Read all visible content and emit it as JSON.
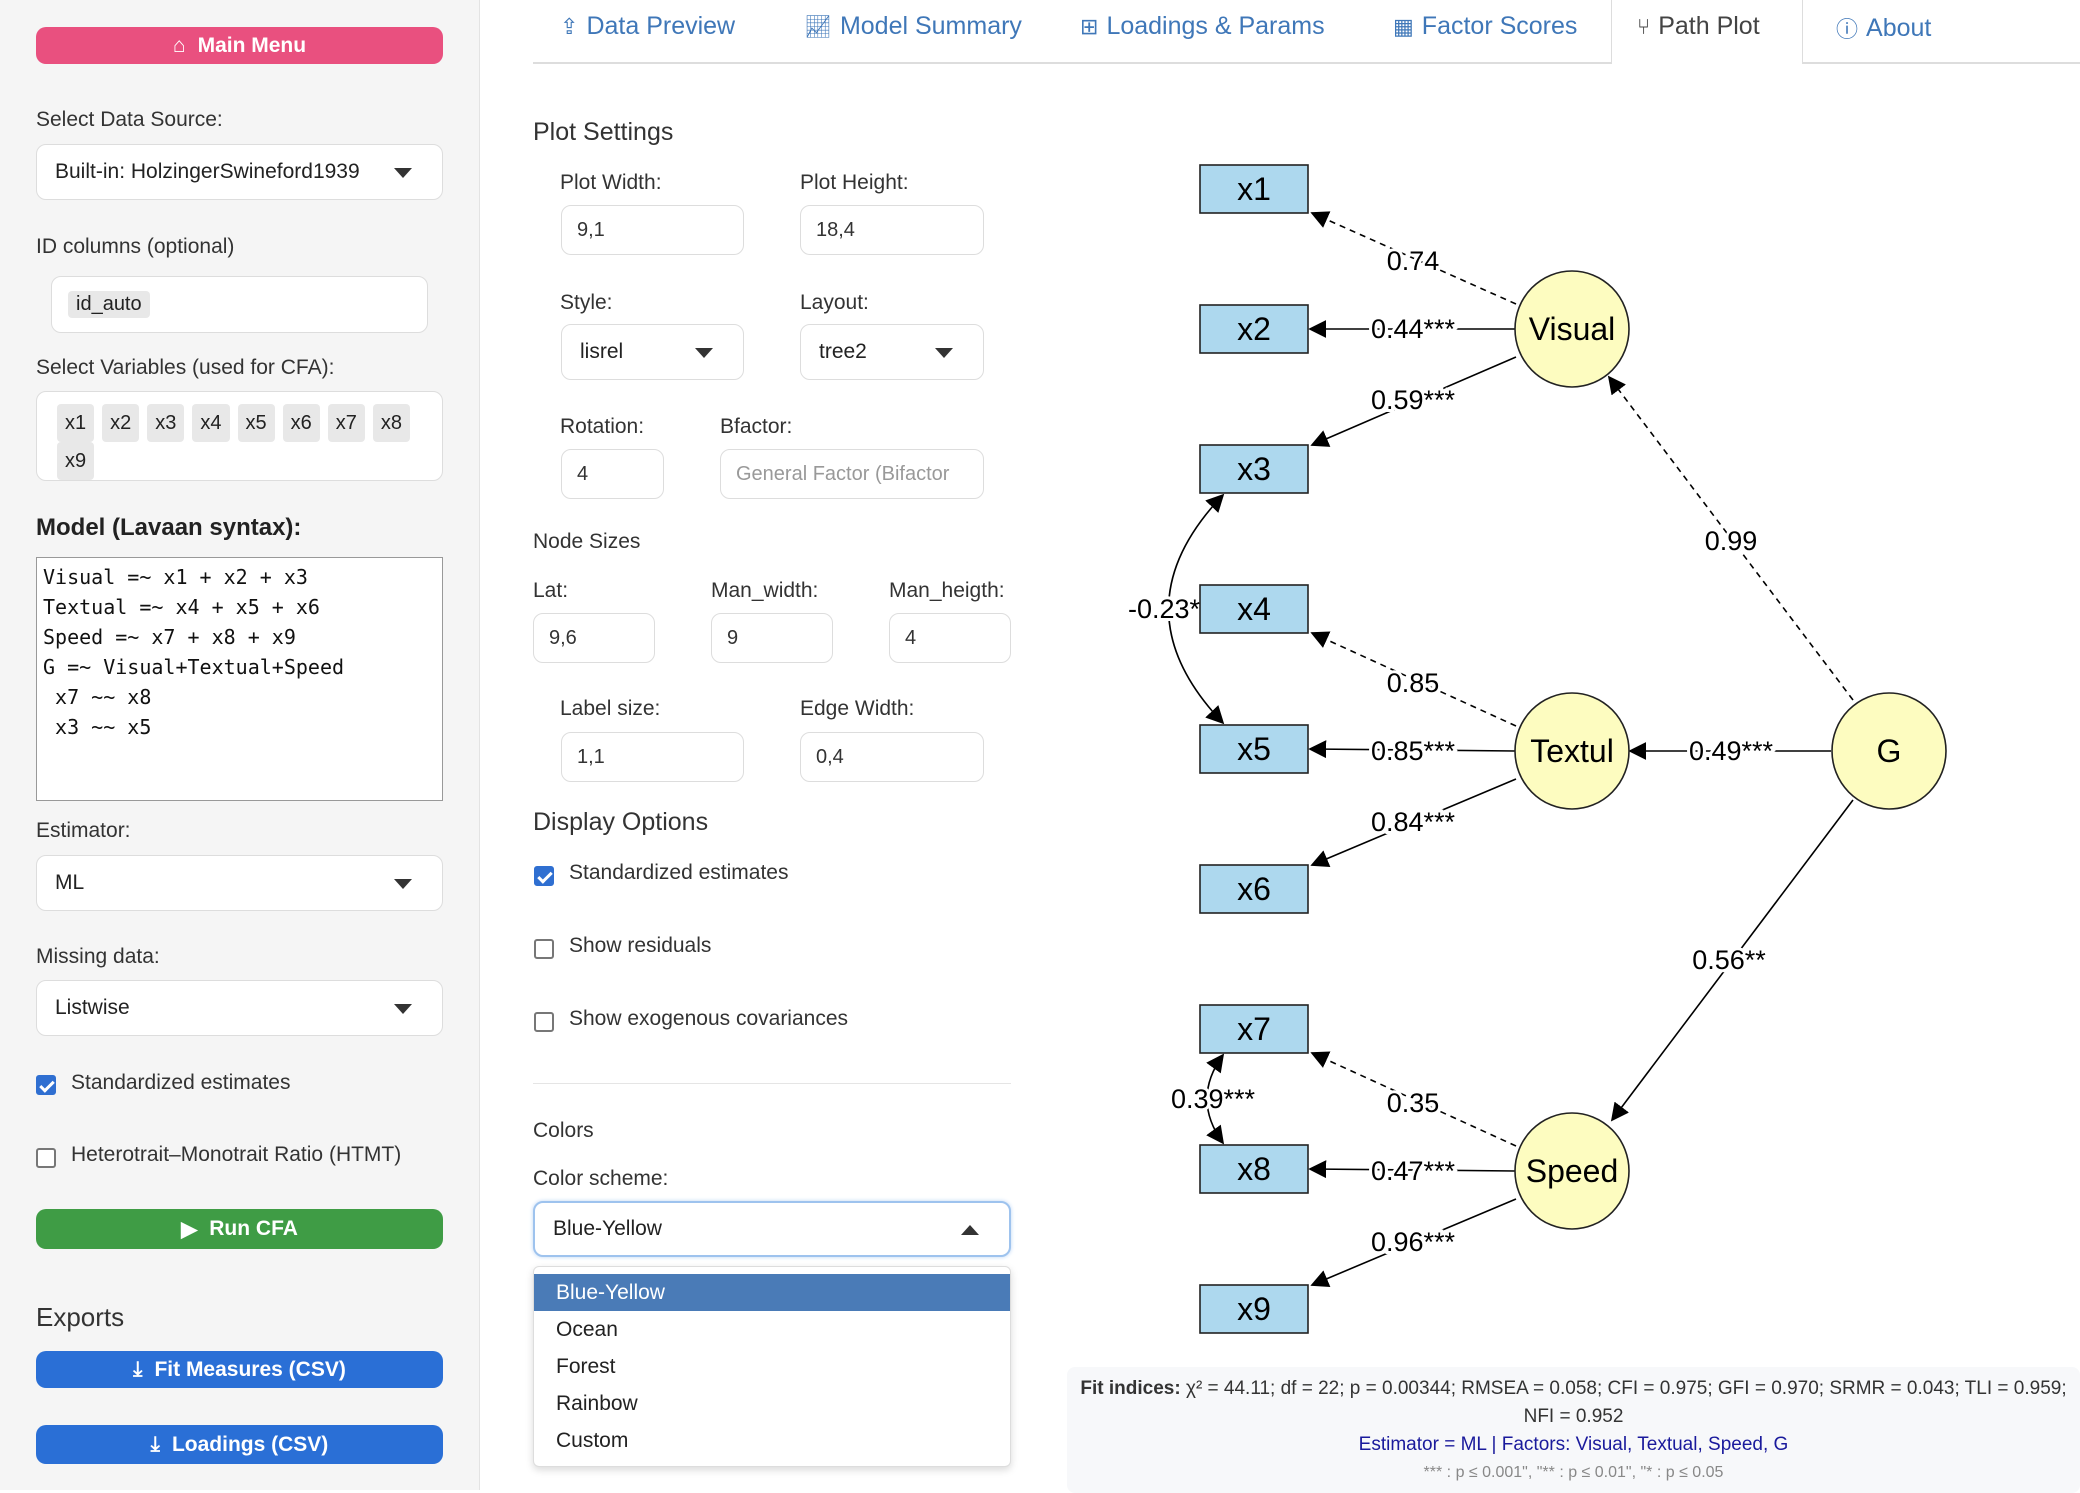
{
  "sidebar": {
    "main_menu": "Main Menu",
    "data_source_label": "Select Data Source:",
    "data_source_value": "Built-in: HolzingerSwineford1939",
    "id_columns_label": "ID columns (optional)",
    "id_columns_chip": "id_auto",
    "variables_label": "Select Variables (used for CFA):",
    "variables": [
      "x1",
      "x2",
      "x3",
      "x4",
      "x5",
      "x6",
      "x7",
      "x8",
      "x9"
    ],
    "model_label": "Model (Lavaan syntax):",
    "model_text": "Visual =~ x1 + x2 + x3\nTextual =~ x4 + x5 + x6\nSpeed =~ x7 + x8 + x9\nG =~ Visual+Textual+Speed\n x7 ~~ x8\n x3 ~~ x5",
    "estimator_label": "Estimator:",
    "estimator_value": "ML",
    "missing_label": "Missing data:",
    "missing_value": "Listwise",
    "std_label": "Standardized estimates",
    "std_checked": true,
    "htmt_label": "Heterotrait–Monotrait Ratio (HTMT)",
    "htmt_checked": false,
    "run_label": "Run CFA",
    "exports_label": "Exports",
    "fit_csv": "Fit Measures (CSV)",
    "loadings_csv": "Loadings (CSV)",
    "colors": {
      "main_menu": "#e9507f",
      "run": "#3f9c45",
      "export": "#2a6fd6"
    }
  },
  "tabs": [
    {
      "label": "Data Preview",
      "icon": "upload-icon"
    },
    {
      "label": "Model Summary",
      "icon": "line-chart-icon"
    },
    {
      "label": "Loadings & Params",
      "icon": "table-icon"
    },
    {
      "label": "Factor Scores",
      "icon": "calculator-icon"
    },
    {
      "label": "Path Plot",
      "icon": "diagram-icon",
      "active": true
    },
    {
      "label": "About",
      "icon": "info-icon"
    }
  ],
  "settings": {
    "title": "Plot Settings",
    "plot_width_label": "Plot Width:",
    "plot_width": "9,1",
    "plot_height_label": "Plot Height:",
    "plot_height": "18,4",
    "style_label": "Style:",
    "style": "lisrel",
    "layout_label": "Layout:",
    "layout": "tree2",
    "rotation_label": "Rotation:",
    "rotation": "4",
    "bfactor_label": "Bfactor:",
    "bfactor_placeholder": "General Factor (Bifactor",
    "node_sizes": "Node Sizes",
    "lat_label": "Lat:",
    "lat": "9,6",
    "man_width_label": "Man_width:",
    "man_width": "9",
    "man_height_label": "Man_heigth:",
    "man_height": "4",
    "label_size_label": "Label size:",
    "label_size": "1,1",
    "edge_width_label": "Edge Width:",
    "edge_width": "0,4",
    "display_options": "Display Options",
    "opt_std": "Standardized estimates",
    "opt_std_checked": true,
    "opt_resid": "Show residuals",
    "opt_resid_checked": false,
    "opt_exo": "Show exogenous covariances",
    "opt_exo_checked": false,
    "colors_title": "Colors",
    "scheme_label": "Color scheme:",
    "scheme_value": "Blue-Yellow",
    "scheme_options": [
      "Blue-Yellow",
      "Ocean",
      "Forest",
      "Rainbow",
      "Custom"
    ]
  },
  "plot": {
    "colors": {
      "manifest": "#add8ee",
      "latent": "#fdfcc0"
    },
    "manifest": [
      "x1",
      "x2",
      "x3",
      "x4",
      "x5",
      "x6",
      "x7",
      "x8",
      "x9"
    ],
    "latent": [
      "Visual",
      "Textul",
      "Speed",
      "G"
    ],
    "loadings": [
      {
        "from": "Visual",
        "to": "x1",
        "label": "0.74",
        "dashed": true
      },
      {
        "from": "Visual",
        "to": "x2",
        "label": "0.44***",
        "dashed": false
      },
      {
        "from": "Visual",
        "to": "x3",
        "label": "0.59***",
        "dashed": false
      },
      {
        "from": "Textul",
        "to": "x4",
        "label": "0.85",
        "dashed": true
      },
      {
        "from": "Textul",
        "to": "x5",
        "label": "0.85***",
        "dashed": false
      },
      {
        "from": "Textul",
        "to": "x6",
        "label": "0.84***",
        "dashed": false
      },
      {
        "from": "Speed",
        "to": "x7",
        "label": "0.35",
        "dashed": true
      },
      {
        "from": "Speed",
        "to": "x8",
        "label": "0.47***",
        "dashed": false
      },
      {
        "from": "Speed",
        "to": "x9",
        "label": "0.96***",
        "dashed": false
      },
      {
        "from": "G",
        "to": "Visual",
        "label": "0.99",
        "dashed": true
      },
      {
        "from": "G",
        "to": "Textul",
        "label": "0.49***",
        "dashed": false
      },
      {
        "from": "G",
        "to": "Speed",
        "label": "0.56**",
        "dashed": false
      }
    ],
    "covariances": [
      {
        "a": "x3",
        "b": "x5",
        "label": "-0.23*"
      },
      {
        "a": "x7",
        "b": "x8",
        "label": "0.39***"
      }
    ]
  },
  "fit": {
    "bold": "Fit indices:",
    "text": " χ² = 44.11; df = 22; p = 0.00344; RMSEA = 0.058; CFI = 0.975; GFI = 0.970; SRMR = 0.043; TLI = 0.959; NFI = 0.952",
    "estimator_line": "Estimator = ML | Factors: Visual, Textual, Speed, G",
    "signif_line": "*** : p ≤ 0.001\", \"** : p ≤ 0.01\", \"* : p ≤ 0.05"
  }
}
